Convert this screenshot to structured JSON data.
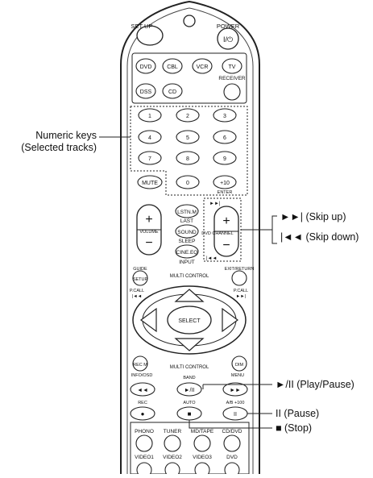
{
  "top": {
    "setup": "SET UP",
    "power": "POWER",
    "power_glyph": "I/⏻"
  },
  "sources": {
    "dvd": "DVD",
    "cbl": "CBL",
    "vcr": "VCR",
    "tv": "TV",
    "dss": "DSS",
    "cd": "CD",
    "receiver": "RECEIVER"
  },
  "numeric": {
    "k1": "1",
    "k2": "2",
    "k3": "3",
    "k4": "4",
    "k5": "5",
    "k6": "6",
    "k7": "7",
    "k8": "8",
    "k9": "9",
    "k0": "0",
    "k10": "+10",
    "enter": "ENTER",
    "mute": "MUTE"
  },
  "volume": {
    "plus": "+",
    "minus": "−",
    "label": "VOLUME"
  },
  "center": {
    "lstnm": "LSTN.M",
    "last": "LAST",
    "sound": "SOUND",
    "sleep": "SLEEP",
    "cineeq": "CINE.EQ",
    "input": "INPUT"
  },
  "channel": {
    "plus": "+",
    "minus": "−",
    "label": "DVD CHANNEL",
    "skip_up_glyph": "►►|",
    "skip_down_glyph": "|◄◄"
  },
  "nav": {
    "guide": "GUIDE",
    "setup": "SETUP",
    "exit_return": "EXIT/RETURN",
    "multi_control_top": "MULTI CONTROL",
    "pcall_left": "P.CALL",
    "pcall_right": "P.CALL",
    "select": "SELECT",
    "multi_control_bottom": "MULTI CONTROL",
    "recm": "REC M",
    "dim": "DIM",
    "info_osd": "INFO/OSD",
    "menu": "MENU"
  },
  "transport": {
    "band": "BAND",
    "rew": "◄◄",
    "play_pause": "►/II",
    "ffw": "►►",
    "rec": "REC",
    "auto": "AUTO",
    "ab_100": "A/B +100",
    "rec_glyph": "●",
    "stop_glyph": "■",
    "pause_glyph": "II"
  },
  "bottom": {
    "phono": "PHONO",
    "tuner": "TUNER",
    "mdtape": "MD/TAPE",
    "cddvd": "CD/DVD",
    "video1": "VIDEO1",
    "video2": "VIDEO2",
    "video3": "VIDEO3",
    "dvd": "DVD"
  },
  "callouts": {
    "numeric_keys_line1": "Numeric keys",
    "numeric_keys_line2": "(Selected tracks)",
    "skip_up": "►►| (Skip up)",
    "skip_down": "|◄◄ (Skip down)",
    "play_pause": "►/II (Play/Pause)",
    "pause": "II (Pause)",
    "stop": "■ (Stop)"
  }
}
